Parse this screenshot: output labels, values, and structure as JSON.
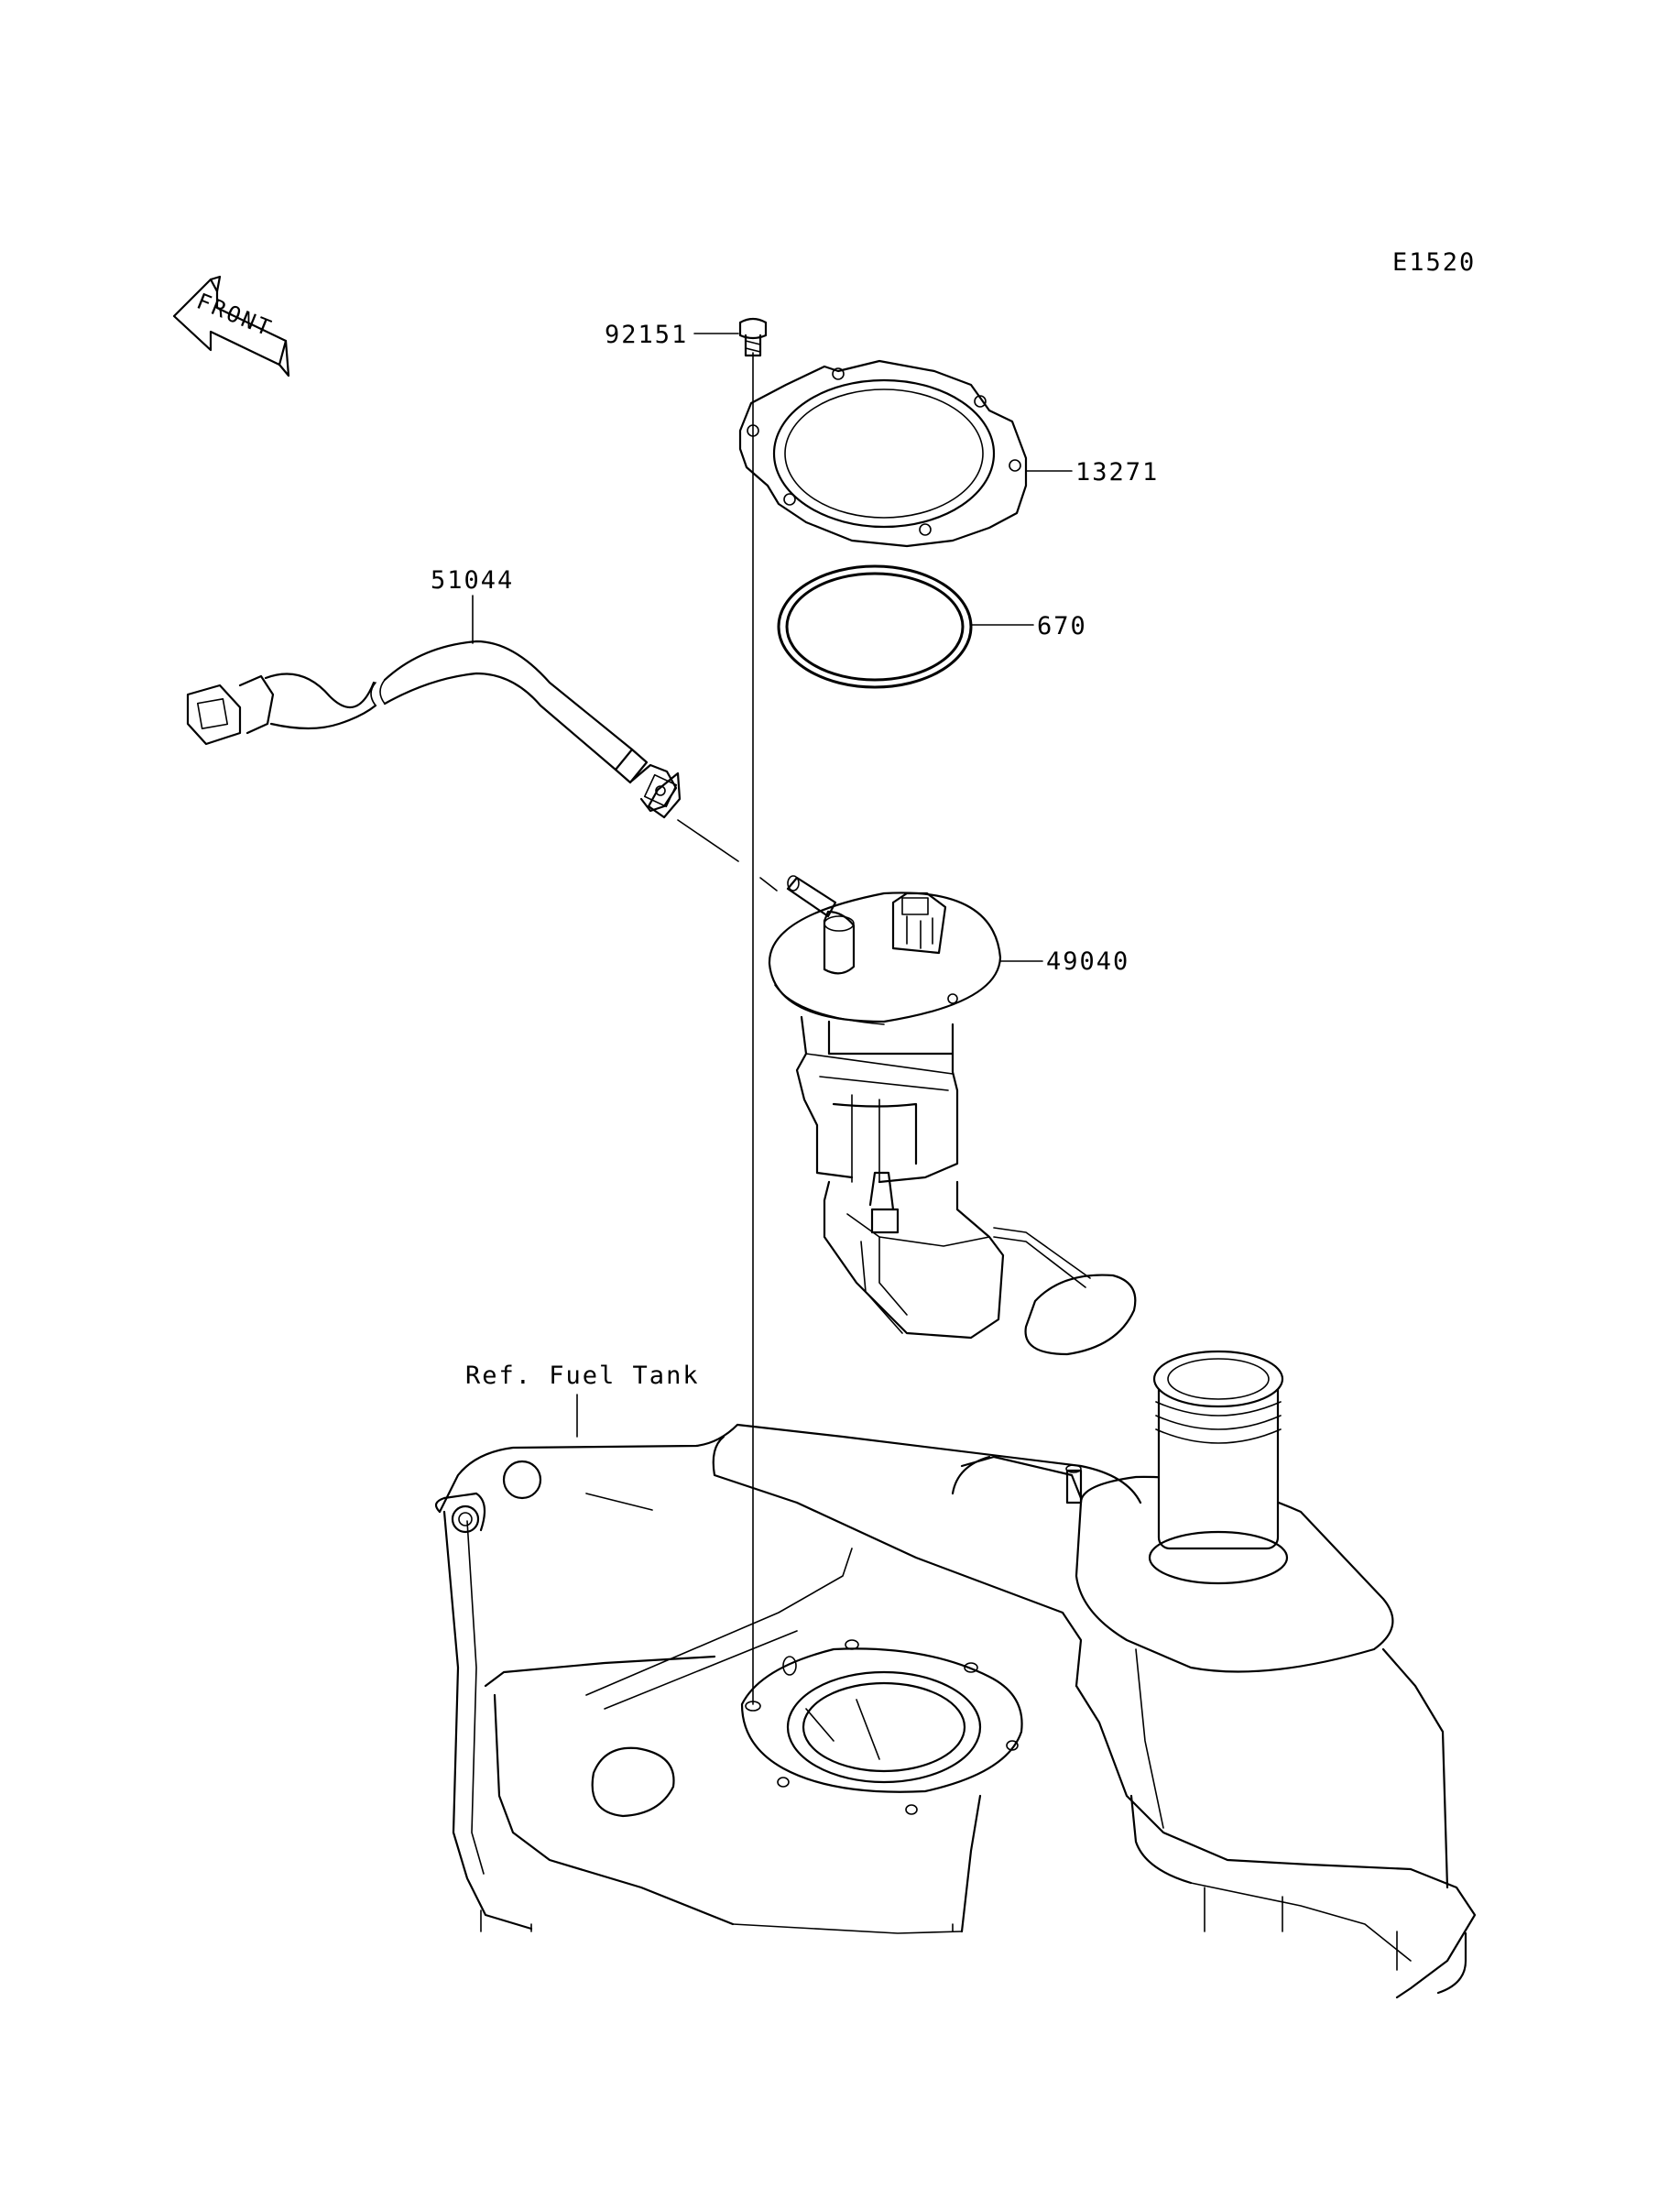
{
  "diagram_code": "E1520",
  "front_indicator": {
    "text": "FRONT",
    "icon": "front-arrow-icon"
  },
  "callouts": [
    {
      "id": "bolt",
      "part_number": "92151"
    },
    {
      "id": "plate",
      "part_number": "13271"
    },
    {
      "id": "oring",
      "part_number": "670"
    },
    {
      "id": "hose",
      "part_number": "51044"
    },
    {
      "id": "pump",
      "part_number": "49040"
    }
  ],
  "reference_label": "Ref. Fuel Tank",
  "colors": {
    "line": "#000000",
    "background": "#ffffff"
  }
}
